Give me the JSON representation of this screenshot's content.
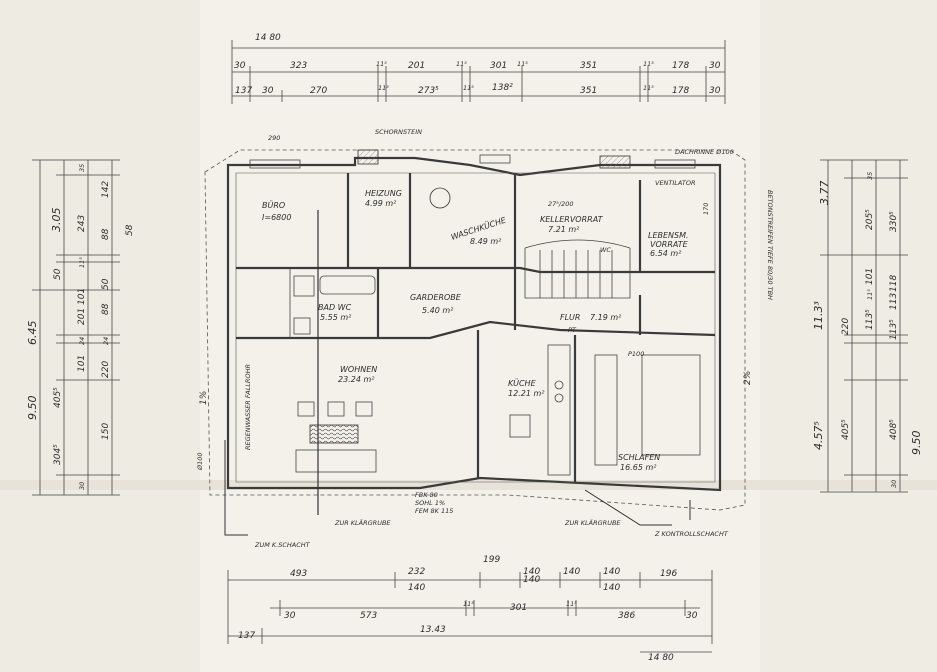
{
  "top_dims": {
    "total": "14 80",
    "row1": [
      "30",
      "323",
      "11⁵",
      "201",
      "11⁵",
      "301",
      "11⁵",
      "351",
      "11⁵",
      "178",
      "30"
    ],
    "row2": [
      "137",
      "30",
      "270",
      "11⁵",
      "273⁵",
      "11⁵",
      "138²",
      "351",
      "11⁵",
      "178",
      "30"
    ]
  },
  "bottom_dims": {
    "row1": [
      "493",
      "232",
      "199",
      "140",
      "140",
      "140",
      "196"
    ],
    "row1b": [
      "140",
      "140",
      "140"
    ],
    "row2": [
      "30",
      "573",
      "11⁵",
      "301",
      "11⁵",
      "386",
      "30"
    ],
    "row3": [
      "137",
      "13.43"
    ],
    "total": "14 80"
  },
  "left_dims": {
    "outer": [
      "9.50",
      "6.45",
      "3.05"
    ],
    "col1": [
      "405⁵",
      "304⁵",
      "201",
      "243",
      "35"
    ],
    "col2": [
      "30",
      "101",
      "24",
      "11⁵",
      "88",
      "50",
      "88",
      "142"
    ],
    "col3": [
      "150",
      "220",
      "24",
      "101",
      "50",
      "58"
    ]
  },
  "right_dims": {
    "outer": [
      "9.50",
      "4.57⁵",
      "11.3³",
      "3.77"
    ],
    "col1": [
      "405⁵",
      "220",
      "113⁵",
      "101",
      "11⁵",
      "205⁵",
      "35"
    ],
    "col2": [
      "408⁵",
      "113⁵",
      "113",
      "118",
      "330⁵",
      "30"
    ]
  },
  "rooms": {
    "buero": {
      "name": "BÜRO",
      "area": "I=6800"
    },
    "heizung": {
      "name": "HEIZUNG",
      "area": "4.99 m²"
    },
    "waschkueche": {
      "name": "WASCHKÜCHE",
      "area": "8.49 m²"
    },
    "kellervorrat": {
      "name": "KELLERVORRAT",
      "area": "7.21 m²"
    },
    "lebensmittel": {
      "name": "LEBENSM.",
      "area": "VORRATE",
      "area2": "6.54 m²"
    },
    "bad": {
      "name": "BAD WC",
      "area": "5.55 m²"
    },
    "garderobe": {
      "name": "GARDEROBE",
      "area": "5.40 m²"
    },
    "flur": {
      "name": "FLUR",
      "area": "7.19 m²"
    },
    "wohnen": {
      "name": "WOHNEN",
      "area": "23.24 m²"
    },
    "kueche": {
      "name": "KÜCHE",
      "area": "12.21 m²"
    },
    "schlafen": {
      "name": "SCHLAFEN",
      "area": "16.65 m²"
    }
  },
  "annotations": {
    "schornstein": "SCHORNSTEIN",
    "zur_klaerkuhle": "ZUR KLÄRGRUBE",
    "zum_schacht": "ZUM K.SCHACHT",
    "zur_klaergrube2": "ZUR KLÄRGRUBE",
    "kontrollschacht": "Z KONTROLLSCHACHT",
    "fbk": "FBK 80",
    "sohl": "SOHL 1%",
    "fem": "FEM 8K 115",
    "dachrinne": "DACHRINNE Ø100",
    "bodenbelag_r": "BETONSTREIFEN TIEFE 80/30 TBH",
    "ventil": "VENTILATOR",
    "raumkeile_l": "REGENWASSER FALLROHR",
    "ab_l": "Ø100",
    "wc": "WC",
    "pt": "PT",
    "treppe": "27⁵/200",
    "p100": "P100",
    "slope_l": "1%",
    "slope_r": "2%",
    "n290": "290",
    "n170": "170"
  }
}
